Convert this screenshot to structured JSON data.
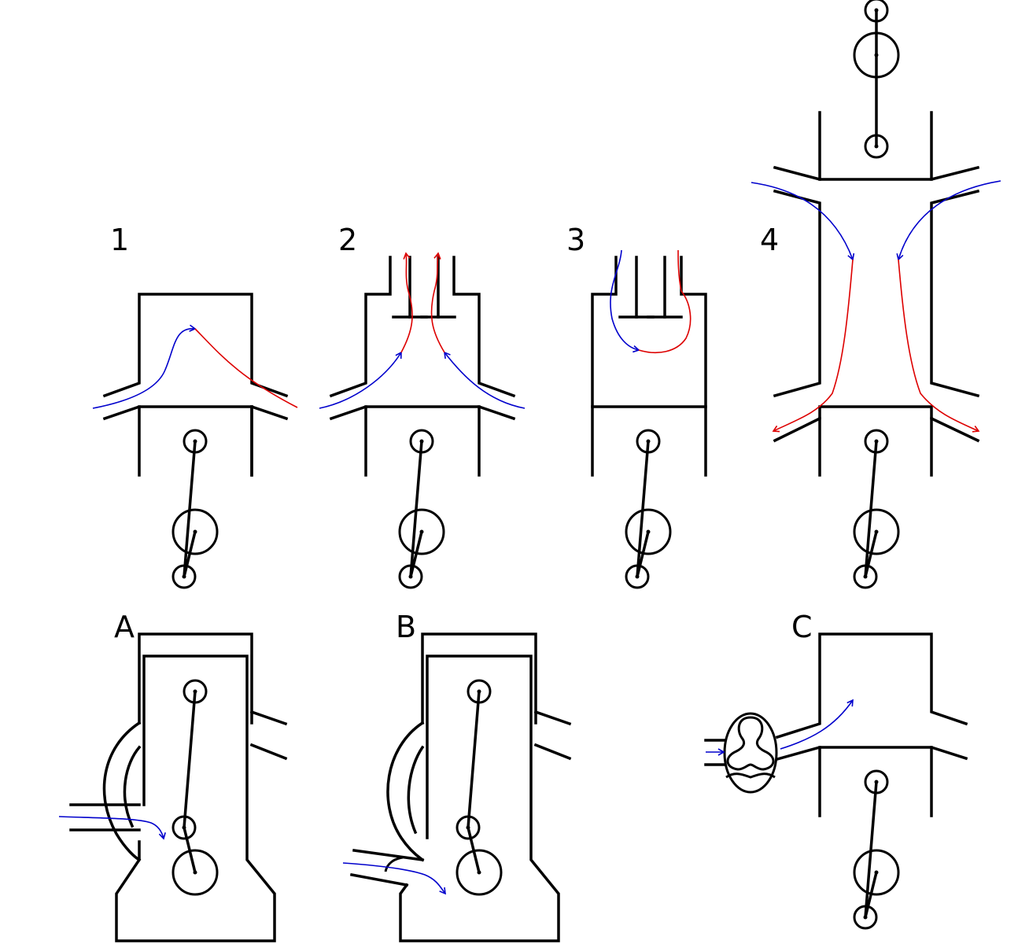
{
  "colors": {
    "line": "#000000",
    "intake_flow": "#0000cc",
    "exhaust_flow": "#dd0000",
    "background": "#ffffff"
  },
  "panels": [
    {
      "id": "1",
      "label": "1"
    },
    {
      "id": "2",
      "label": "2"
    },
    {
      "id": "3",
      "label": "3"
    },
    {
      "id": "4",
      "label": "4"
    },
    {
      "id": "A",
      "label": "A"
    },
    {
      "id": "B",
      "label": "B"
    },
    {
      "id": "C",
      "label": "C"
    }
  ]
}
